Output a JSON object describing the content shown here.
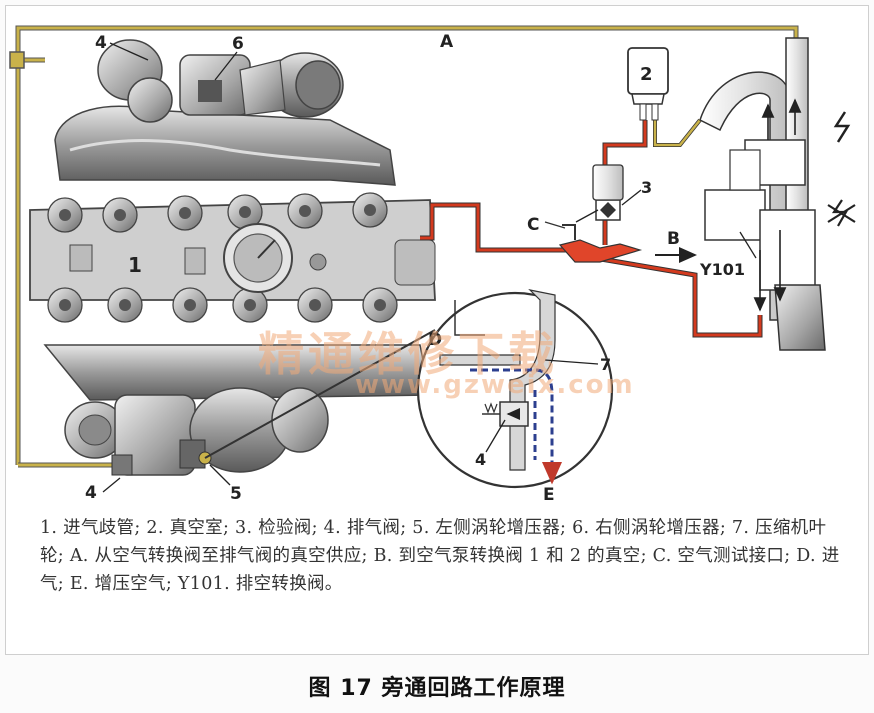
{
  "labels": {
    "A": "A",
    "B": "B",
    "C": "C",
    "D": "D",
    "E": "E",
    "n1": "1",
    "n2": "2",
    "n3": "3",
    "n4_top": "4",
    "n6": "6",
    "n4_bottom": "4",
    "n5": "5",
    "n7": "7",
    "n4_detail": "4",
    "y101": "Y101"
  },
  "watermark": {
    "text": "精通维修下载",
    "url": "www.gzweix.com"
  },
  "caption": "1. 进气歧管; 2. 真空室; 3. 检验阀; 4. 排气阀; 5. 左侧涡轮增压器; 6. 右侧涡轮增压器; 7. 压缩机叶轮; A. 从空气转换阀至排气阀的真空供应; B. 到空气泵转换阀 1 和 2 的真空; C. 空气测试接口; D. 进气; E. 增压空气; Y101. 排空转换阀。",
  "figure_title": "图 17 旁通回路工作原理",
  "colors": {
    "vacuum_line_a": "#c9b24a",
    "vacuum_line_b": "#d43a1e",
    "airflow": "#2c3f8f"
  }
}
